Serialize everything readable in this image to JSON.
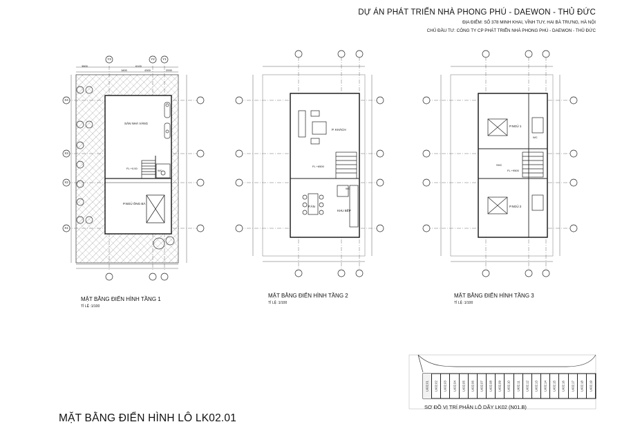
{
  "header": {
    "project": "DỰ ÁN PHÁT TRIỂN NHÀ PHONG PHÚ - DAEWON - THỦ ĐỨC",
    "location": "ĐỊA ĐIỂM: SỐ 378 MINH KHAI, VĨNH TUY, HAI BÀ TRƯNG, HÀ NỘI",
    "investor": "CHỦ ĐẦU TƯ: CÔNG TY CP PHÁT TRIỂN NHÀ PHONG PHÚ - DAEWON - THỦ ĐỨC"
  },
  "plans": [
    {
      "title": "MẶT BẰNG ĐIỂN HÌNH TẦNG 1",
      "scale": "TỈ LỆ :1/100",
      "rooms": [
        "SÂN NHÀ VÀNG",
        "P.NGỦ ÔNG BÀ"
      ],
      "level": "FL +0.00",
      "wc": "WC"
    },
    {
      "title": "MẶT BẰNG ĐIỂN HÌNH TẦNG 2",
      "scale": "TỈ LỆ :1/100",
      "rooms": [
        "P. KHÁCH",
        "P.ĂN",
        "KHU BẾP"
      ],
      "level": "FL +6500",
      "wc": "WC"
    },
    {
      "title": "MẶT BẰNG ĐIỂN HÌNH TẦNG 3",
      "scale": "TỈ LỆ :1/100",
      "rooms": [
        "P.NGỦ 1",
        "P.NGỦ 2",
        "SHC"
      ],
      "level": "FL +9500",
      "wc": "WC"
    }
  ],
  "grid_labels": {
    "rows": [
      "X4",
      "X3",
      "X2",
      "X1"
    ],
    "cols": [
      "Y3",
      "Y2",
      "Y1"
    ],
    "dims": [
      "3800",
      "1800",
      "6100",
      "4300",
      "2000"
    ]
  },
  "main_title": "MẶT BẰNG ĐIỂN HÌNH LÔ LK02.01",
  "lot_plan": {
    "caption": "SƠ ĐỒ VỊ TRÍ PHÂN LÔ DÃY LK02 (N01.B)",
    "lots": [
      "LK02.01",
      "LK02.02",
      "LK02.03",
      "LK02.04",
      "LK02.05",
      "LK02.06",
      "LK02.07",
      "LK02.08",
      "LK02.09",
      "LK02.10",
      "LK02.11",
      "LK02.12",
      "LK02.13",
      "LK02.14",
      "LK02.15",
      "LK02.16",
      "LK02.17",
      "LK02.18",
      "LK02.19"
    ]
  }
}
